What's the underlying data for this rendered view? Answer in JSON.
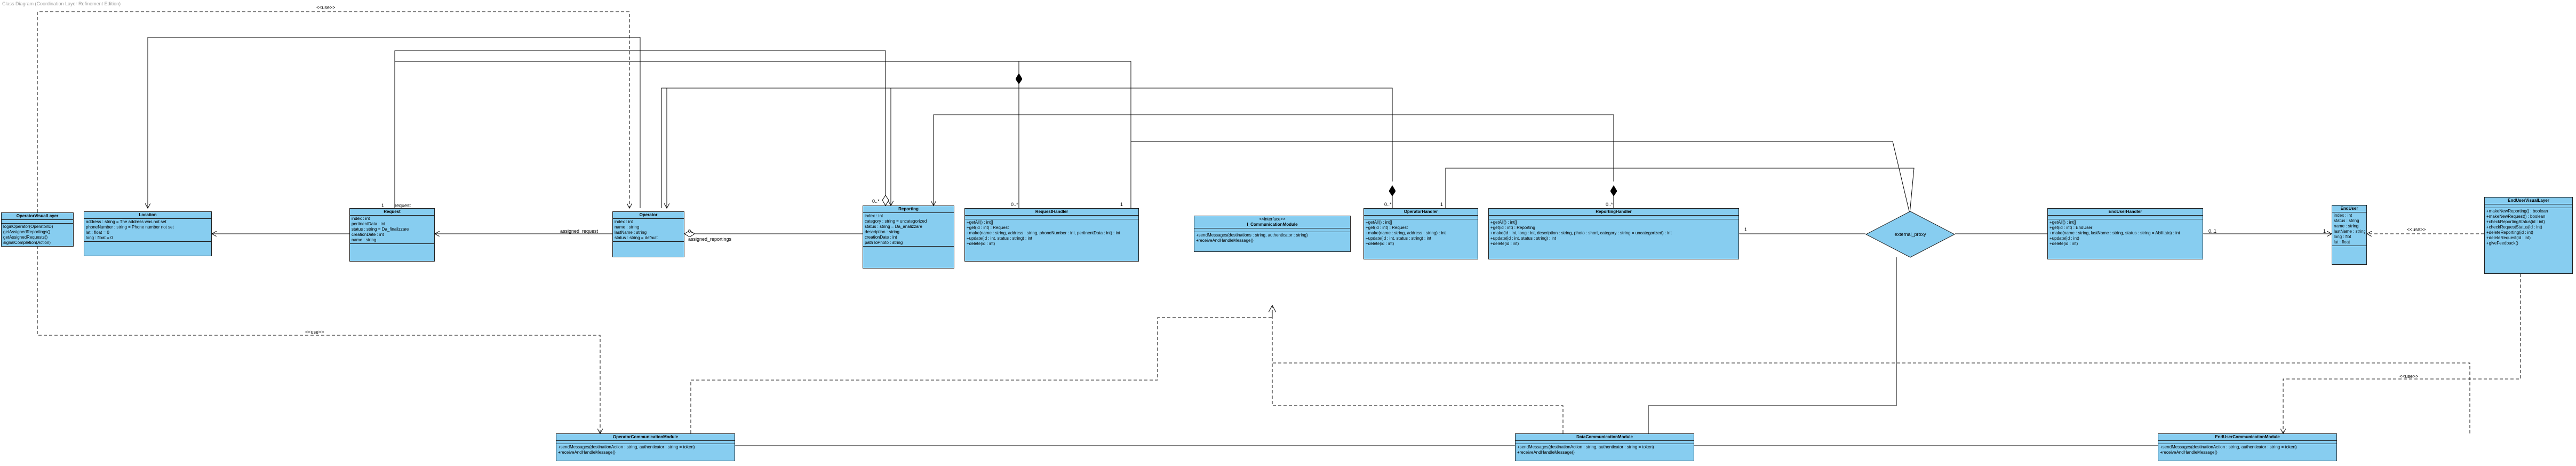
{
  "title": "Class Diagram (Coordination Layer Refinement Edition)",
  "relations": {
    "use": "<<use>>",
    "request": "request",
    "assigned_request": "assigned_request",
    "assigned_reportings": "assigned_reportings",
    "m1": "1",
    "m0n": "0..*",
    "m01": "0..1",
    "m0n_short": "0..",
    "m1n": "1..*"
  },
  "diamond": {
    "label": "external_proxy"
  },
  "classes": {
    "operatorVisualLayer": {
      "name": "OperatorVisualLayer",
      "attributes": [],
      "methods": [
        "loginOperator(OperatorID)",
        "getAssignedReportings()",
        "getAssignedRequests()",
        "signalCompletion(Action)"
      ]
    },
    "location": {
      "name": "Location",
      "attributes": [
        "address : string = The address was not set",
        "phoneNumber : string = Phone number not set",
        "lat : float = 0",
        "long : float = 0"
      ],
      "methods": []
    },
    "request": {
      "name": "Request",
      "attributes": [
        "index : int",
        "pertinentData : int",
        "status : string = Da_finalizzare",
        "creationDate : int",
        "name : string"
      ],
      "methods": []
    },
    "operator": {
      "name": "Operator",
      "attributes": [
        "index : int",
        "name : string",
        "lastName : string",
        "status : string = default"
      ],
      "methods": []
    },
    "reporting": {
      "name": "Reporting",
      "attributes": [
        "index : int",
        "category : string = uncategorized",
        "status : string = Da_analizzare",
        "description : string",
        "creationDate : int",
        "pathToPhoto : string"
      ],
      "methods": []
    },
    "requestHandler": {
      "name": "RequestHandler",
      "attributes": [],
      "methods": [
        "+getAll() : int[]",
        "+get(id : int) : Request",
        "+make(name : string, address : string, phoneNumber : int, pertinentData : int) : int",
        "+update(id : int, status : string) : int",
        "+delete(id : int)"
      ]
    },
    "comModuleIface": {
      "stereotype": "<<interface>>",
      "name": "I_CommunicationModule",
      "attributes": [],
      "methods": [
        "+sendMessages(destinations : string, authenticator : string)",
        "+receiveAndHandleMessage()"
      ]
    },
    "operatorHandler": {
      "name": "OperatorHandler",
      "attributes": [],
      "methods": [
        "+getAll() : int[]",
        "+get(id : int) : Request",
        "+make(name : string, address : string) : int",
        "+update(id : int, status : string) : int",
        "+delete(id : int)"
      ]
    },
    "reportingHandler": {
      "name": "ReportingHandler",
      "attributes": [],
      "methods": [
        "+getAll() : int[]",
        "+get(id : int) : Reporting",
        "+make(id : int, long : int, description : string, photo : short, category : string = uncategorized) : int",
        "+update(id : int, status : string) : int",
        "+delete(id : int)"
      ]
    },
    "endUserHandler": {
      "name": "EndUserHandler",
      "attributes": [],
      "methods": [
        "+getAll() : int[]",
        "+get(id : int) : EndUser",
        "+make(name : string, lastName : string, status : string = Abilitato) : int",
        "+update(id : int)",
        "+delete(id : int)"
      ]
    },
    "endUser": {
      "name": "EndUser",
      "attributes": [
        "index : int",
        "status : string",
        "name : string",
        "lastName : string",
        "long : flot",
        "lat : float"
      ],
      "methods": []
    },
    "endUserVisualLayer": {
      "name": "EndUserVisualLayer",
      "attributes": [],
      "methods": [
        "+makeNewReporting() : boolean",
        "+makeNewRequest() : boolean",
        "+checkReportingStatus(id : int)",
        "+checkRequestStatus(id : int)",
        "+deleteReporting(id : int)",
        "+deleteRequest(id : int)",
        "+giveFeedback()"
      ]
    },
    "operatorComModule": {
      "name": "OperatorCommunicationModule",
      "attributes": [],
      "methods": [
        "+sendMessages(destinationAction : string, authenticator : string = token)",
        "+receiveAndHandleMessage()"
      ]
    },
    "dataComModule": {
      "name": "DataCommunicationModule",
      "attributes": [],
      "methods": [
        "+sendMessages(destinationAction : string, authenticator : string = token)",
        "+receiveAndHandleMessage()"
      ]
    },
    "endUserComModule": {
      "name": "EndUserCommunicationModule",
      "attributes": [],
      "methods": [
        "+sendMessages(destinationAction : string, authenticator : string = token)",
        "+receiveAndHandleMessage()"
      ]
    }
  }
}
